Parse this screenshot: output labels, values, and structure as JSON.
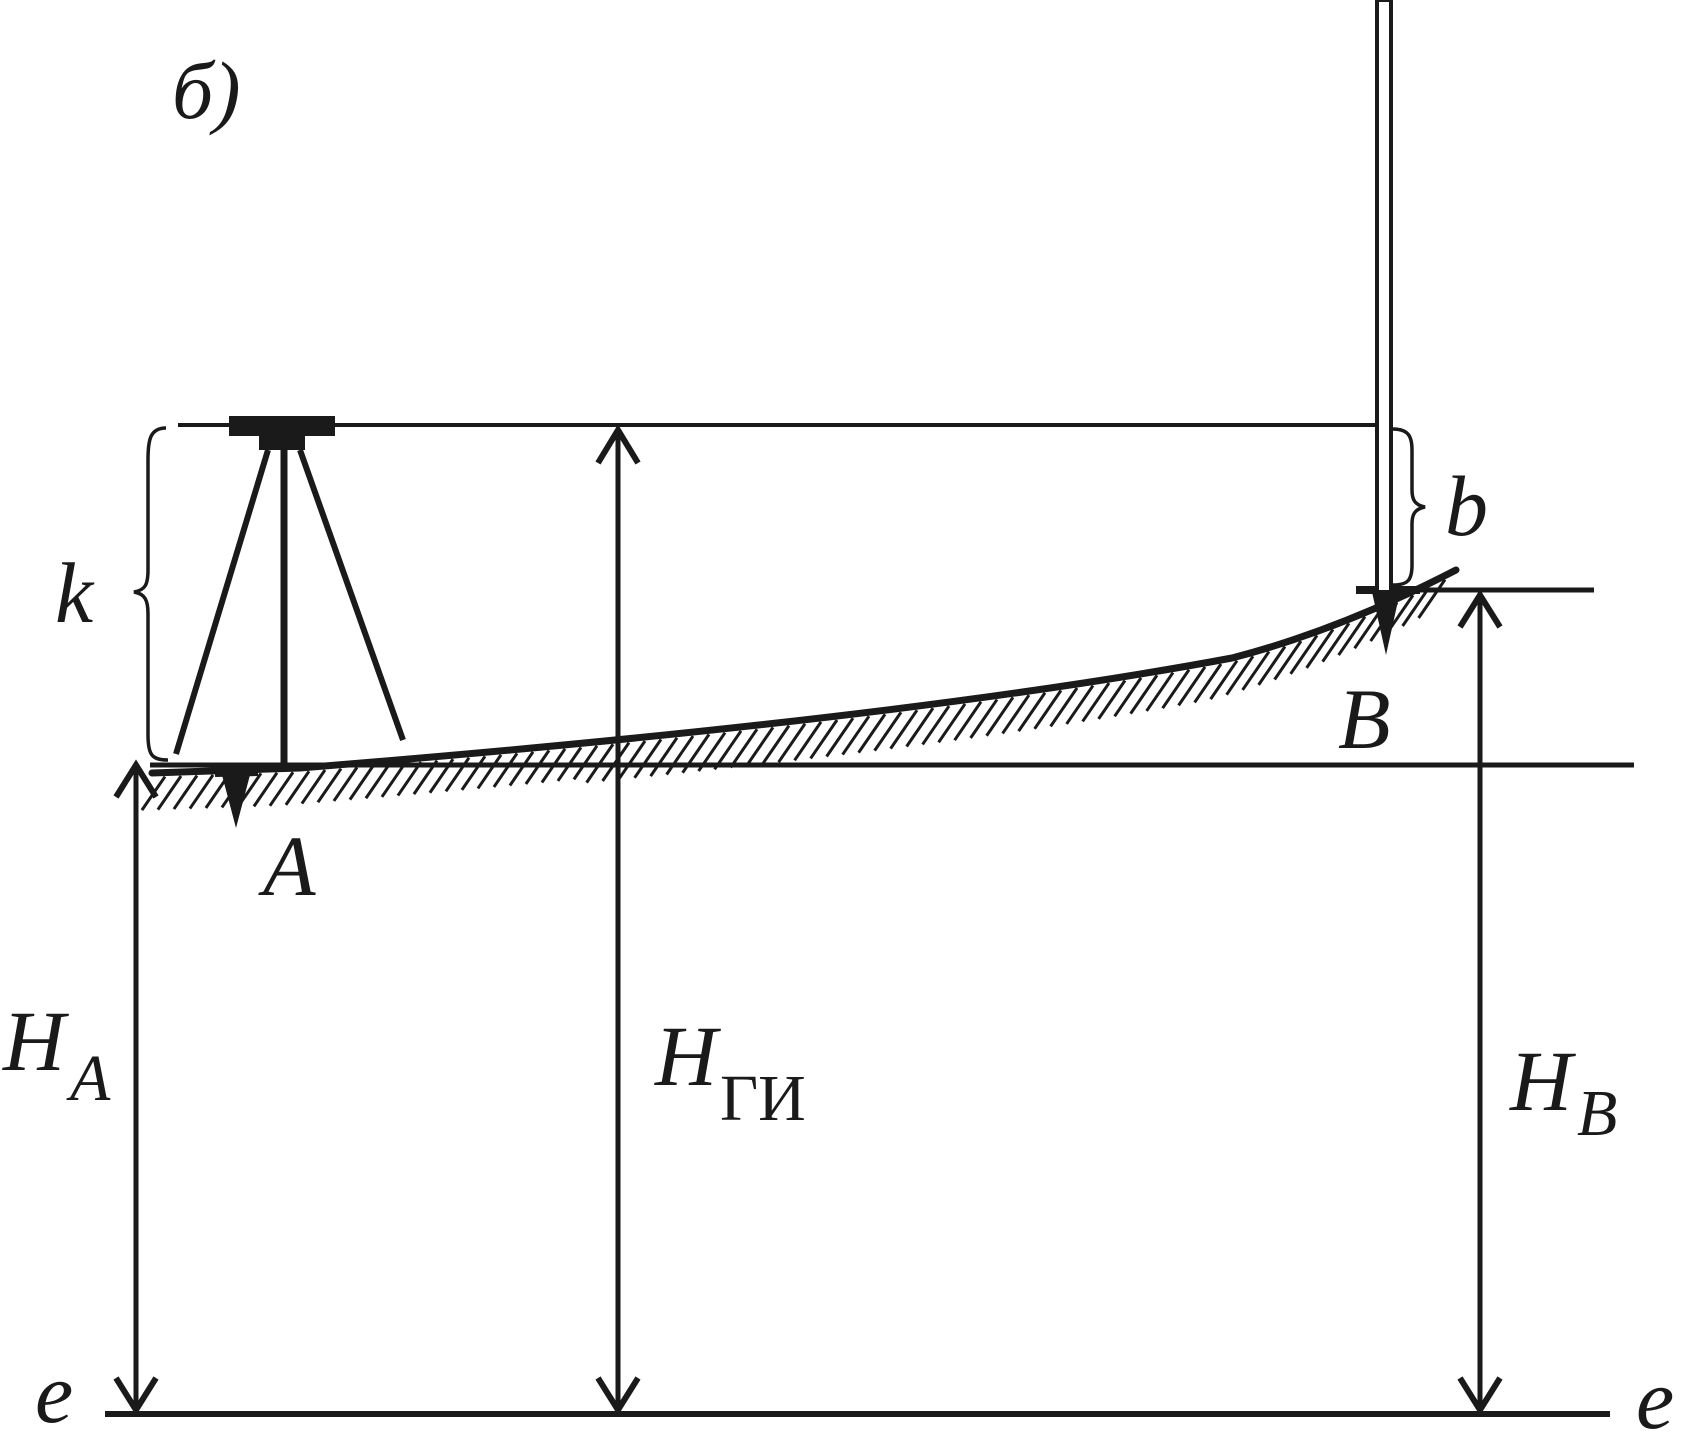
{
  "panel_label": "б)",
  "labels": {
    "k": "k",
    "b": "b",
    "A": "A",
    "B": "B",
    "H_A_main": "H",
    "H_A_sub": "A",
    "H_GI_main": "H",
    "H_GI_sub": "ГИ",
    "H_B_main": "H",
    "H_B_sub": "B",
    "e_left": "e",
    "e_right": "e"
  },
  "colors": {
    "ink": "#1a1a1a",
    "background": "#ffffff"
  }
}
